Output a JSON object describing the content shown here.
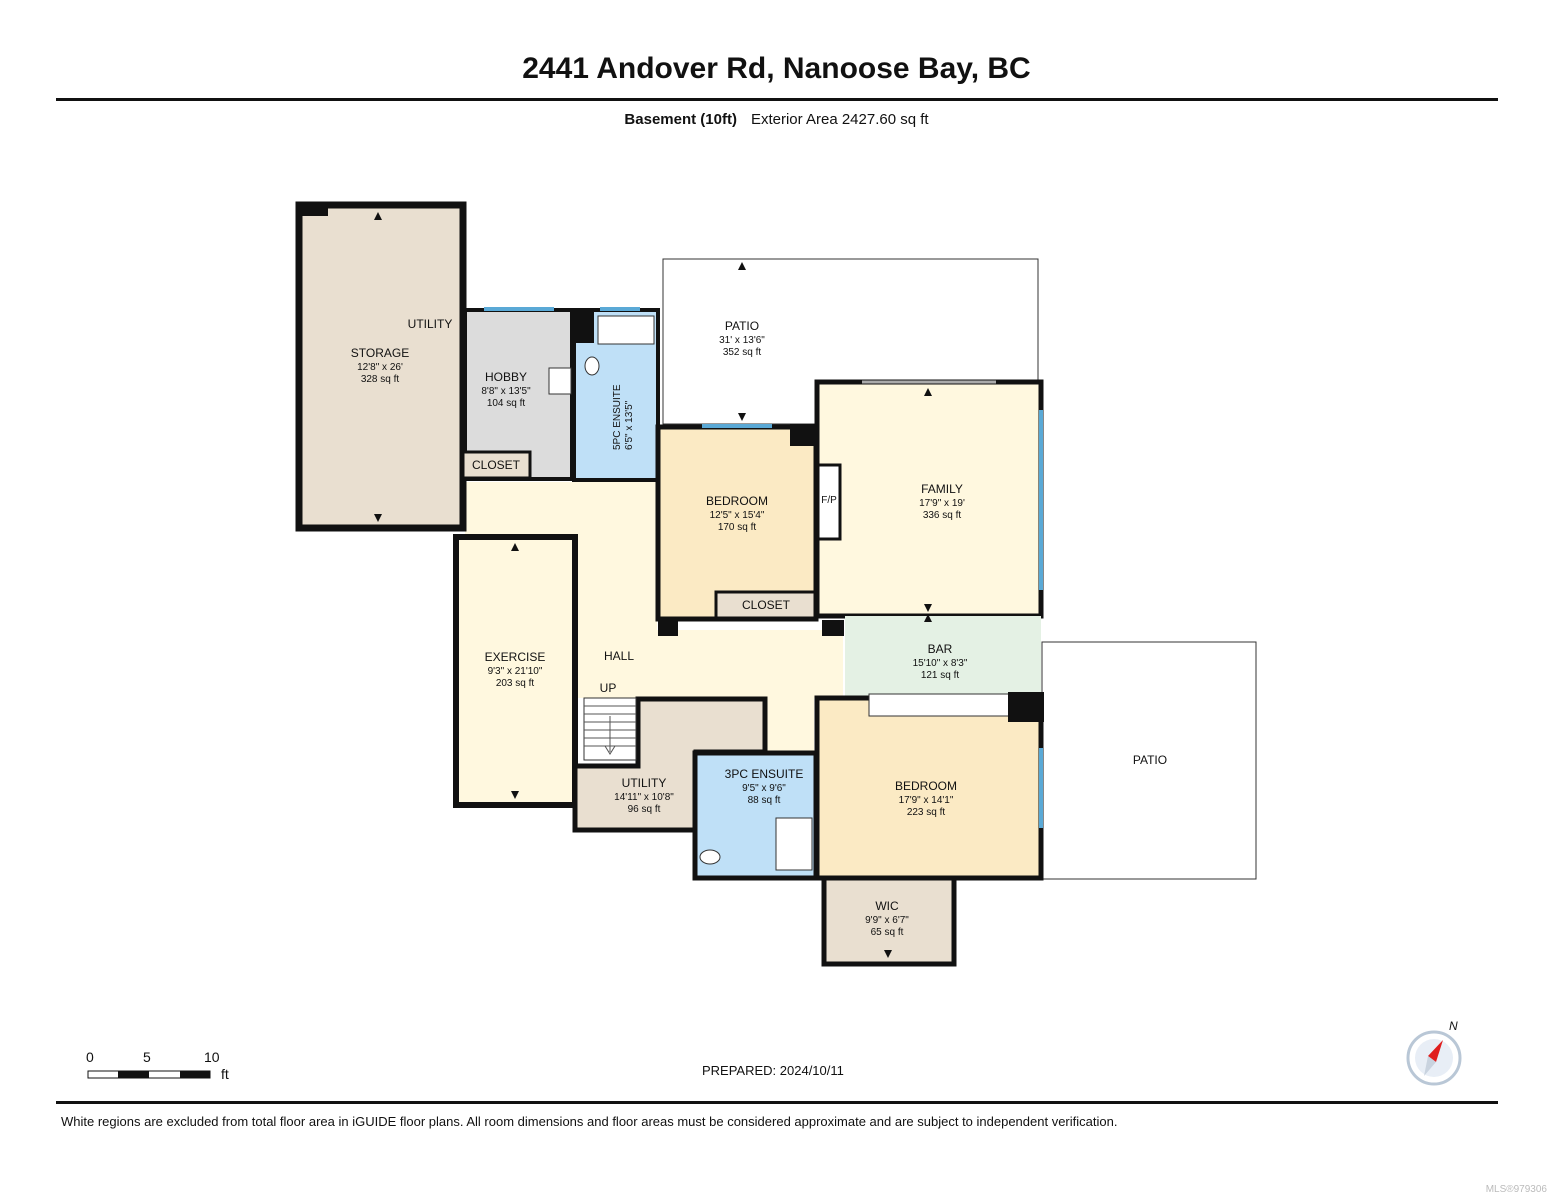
{
  "header": {
    "address": "2441 Andover Rd, Nanoose Bay, BC",
    "level": "Basement (10ft)",
    "exterior_area": "Exterior Area 2427.60 sq ft"
  },
  "rooms": [
    {
      "key": "storage",
      "name": "STORAGE",
      "dims": "12'8\" x 26'",
      "area": "328 sq ft",
      "color": "#e9dfd0"
    },
    {
      "key": "hobby",
      "name": "HOBBY",
      "dims": "8'8\" x 13'5\"",
      "area": "104 sq ft",
      "color": "#dcdcdc"
    },
    {
      "key": "ensuite5",
      "name": "5PC ENSUITE",
      "dims": "6'5\" x 13'5\"",
      "color": "#bfe0f7"
    },
    {
      "key": "patio-top",
      "name": "PATIO",
      "dims": "31' x 13'6\"",
      "area": "352 sq ft"
    },
    {
      "key": "bedroom1",
      "name": "BEDROOM",
      "dims": "12'5\" x 15'4\"",
      "area": "170 sq ft",
      "color": "#fbeac4"
    },
    {
      "key": "family",
      "name": "FAMILY",
      "dims": "17'9\" x 19'",
      "area": "336 sq ft",
      "color": "#fff8df"
    },
    {
      "key": "exercise",
      "name": "EXERCISE",
      "dims": "9'3\" x 21'10\"",
      "area": "203 sq ft",
      "color": "#fff8df"
    },
    {
      "key": "bar",
      "name": "BAR",
      "dims": "15'10\" x 8'3\"",
      "area": "121 sq ft",
      "color": "#e4f1e4"
    },
    {
      "key": "utility-low",
      "name": "UTILITY",
      "dims": "14'11\" x 10'8\"",
      "area": "96 sq ft",
      "color": "#e9dfd0"
    },
    {
      "key": "ensuite3",
      "name": "3PC ENSUITE",
      "dims": "9'5\" x 9'6\"",
      "area": "88 sq ft",
      "color": "#bfe0f7"
    },
    {
      "key": "bedroom2",
      "name": "BEDROOM",
      "dims": "17'9\" x 14'1\"",
      "area": "223 sq ft",
      "color": "#fbeac4"
    },
    {
      "key": "wic",
      "name": "WIC",
      "dims": "9'9\" x 6'7\"",
      "area": "65 sq ft",
      "color": "#e9dfd0"
    }
  ],
  "labels": {
    "utility_top": "UTILITY",
    "closet_hobby": "CLOSET",
    "closet_bedroom": "CLOSET",
    "hall": "HALL",
    "up": "UP",
    "patio_right": "PATIO",
    "fireplace": "F/P"
  },
  "colors": {
    "hall": "#fff8df",
    "wall": "#111111",
    "window": "#5aa9d6"
  },
  "scale": {
    "ticks": [
      "0",
      "5",
      "10"
    ],
    "unit": "ft"
  },
  "compass": {
    "label": "N"
  },
  "prepared": "PREPARED: 2024/10/11",
  "footnote": "White regions are excluded from total floor area in iGUIDE floor plans. All room dimensions and floor areas must be considered approximate and are subject to independent verification.",
  "watermark": "MLS®979306"
}
